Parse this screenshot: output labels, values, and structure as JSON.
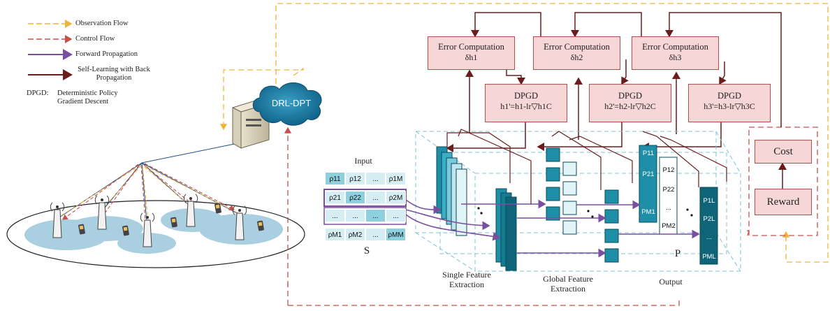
{
  "legend": {
    "observation_flow": "Observation Flow",
    "control_flow": "Control Flow",
    "forward_propagation": "Forward Propagation",
    "self_learning": "Self-Learning with Back Propagation",
    "dpgd_key": "DPGD:",
    "dpgd_def": "Deterministic Policy Gradient Descent"
  },
  "agent": {
    "label": "DRL-DPT"
  },
  "error_boxes": [
    {
      "title": "Error Computation",
      "sub": "δh1"
    },
    {
      "title": "Error Computation",
      "sub": "δh2"
    },
    {
      "title": "Error Computation",
      "sub": "δh3"
    }
  ],
  "dpgd_boxes": [
    {
      "title": "DPGD",
      "formula": "h1'=h1-lr▽h1C"
    },
    {
      "title": "DPGD",
      "formula": "h2'=h2-lr▽h2C"
    },
    {
      "title": "DPGD",
      "formula": "h3'=h3-lr▽h3C"
    }
  ],
  "input": {
    "title": "Input",
    "symbol": "S",
    "rows": [
      [
        "ρ11",
        "ρ12",
        "...",
        "ρ1M"
      ],
      [
        "ρ21",
        "ρ22",
        "...",
        "ρ2M"
      ],
      [
        "...",
        "...",
        "...",
        "..."
      ],
      [
        "ρM1",
        "ρM2",
        "...",
        "ρMM"
      ]
    ]
  },
  "output_matrix": {
    "symbol": "P",
    "col1": [
      "P11",
      "P21",
      "PM1"
    ],
    "col2": [
      "P12",
      "P22",
      "...",
      "PM2"
    ],
    "col3": [
      "P1L",
      "P2L",
      "...",
      "PML"
    ]
  },
  "labels": {
    "single_feature": "Single Feature Extraction",
    "global_feature": "Global Feature Extraction",
    "output": "Output",
    "cost": "Cost",
    "reward": "Reward"
  },
  "colors": {
    "observation": "#f0b43a",
    "control": "#c8504c",
    "forward": "#7a4fa0",
    "backprop": "#6b1d1d",
    "box_fill": "#f6d6d6",
    "teal_dark": "#1e8fa6",
    "teal_light": "#bfe5ee",
    "cell_dark": "#8fd0df",
    "cell_light": "#d5eef4"
  }
}
